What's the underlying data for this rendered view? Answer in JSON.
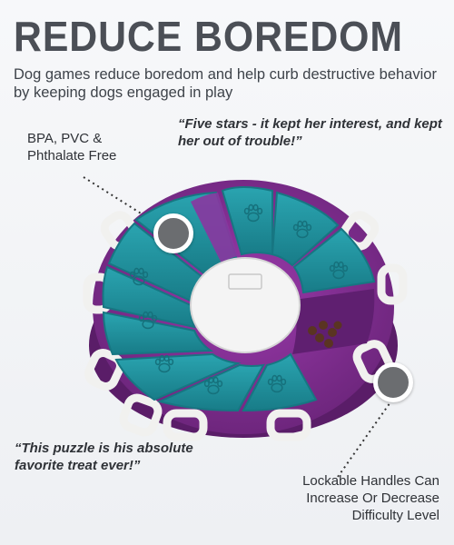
{
  "headline": "REDUCE BOREDOM",
  "subhead": "Dog games reduce boredom and help curb destructive behavior by keeping dogs engaged in play",
  "quote_top": "“Five stars - it kept her interest, and kept her out of trouble!”",
  "quote_bottom": "“This puzzle is his absolute favorite treat ever!”",
  "note_material": "BPA, PVC & Phthalate Free",
  "note_handles": "Lockable Handles Can Increase Or Decrease Difficulty Level",
  "colors": {
    "base": "#7c2f8f",
    "base_dark": "#5e1e6e",
    "tile": "#1f8e9a",
    "tile_light": "#2ba6b2",
    "center": "#f4f4f4",
    "handle": "#f2f2f0",
    "treat": "#5a3422"
  },
  "icons": [
    "paw-print-icon",
    "treat-kibble-icon"
  ]
}
